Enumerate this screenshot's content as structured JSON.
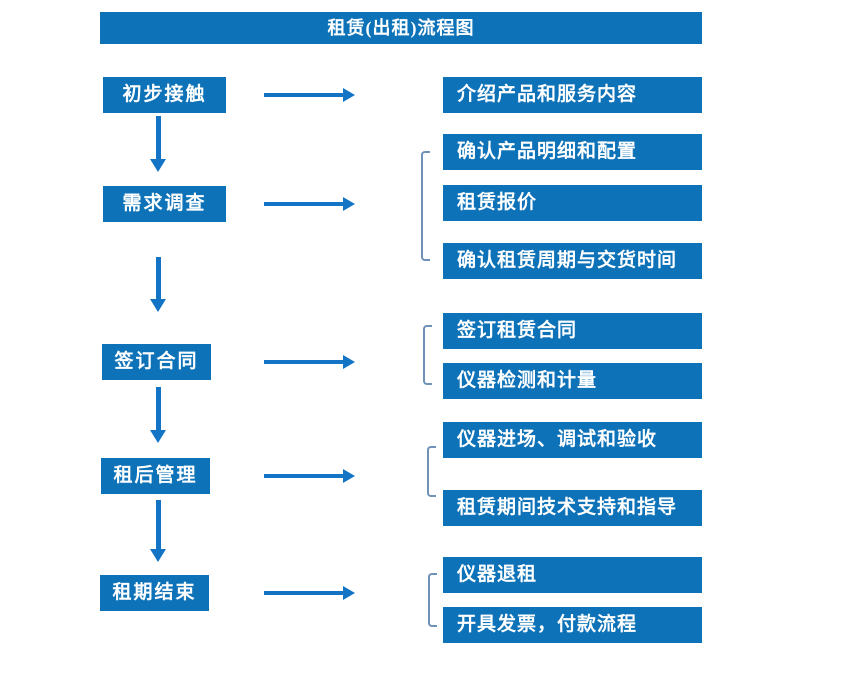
{
  "title": "租赁(出租)流程图",
  "colors": {
    "box_blue": "#0d72b8",
    "arrow_blue": "#1374c6",
    "bracket_blue": "#7091b8",
    "text_white": "#ffffff"
  },
  "steps": [
    {
      "label": "初步接触",
      "details": [
        "介绍产品和服务内容"
      ]
    },
    {
      "label": "需求调查",
      "details": [
        "确认产品明细和配置",
        "租赁报价",
        "确认租赁周期与交货时间"
      ]
    },
    {
      "label": "签订合同",
      "details": [
        "签订租赁合同",
        "仪器检测和计量"
      ]
    },
    {
      "label": "租后管理",
      "details": [
        "仪器进场、调试和验收",
        "租赁期间技术支持和指导"
      ]
    },
    {
      "label": "租期结束",
      "details": [
        "仪器退租",
        "开具发票，付款流程"
      ]
    }
  ]
}
